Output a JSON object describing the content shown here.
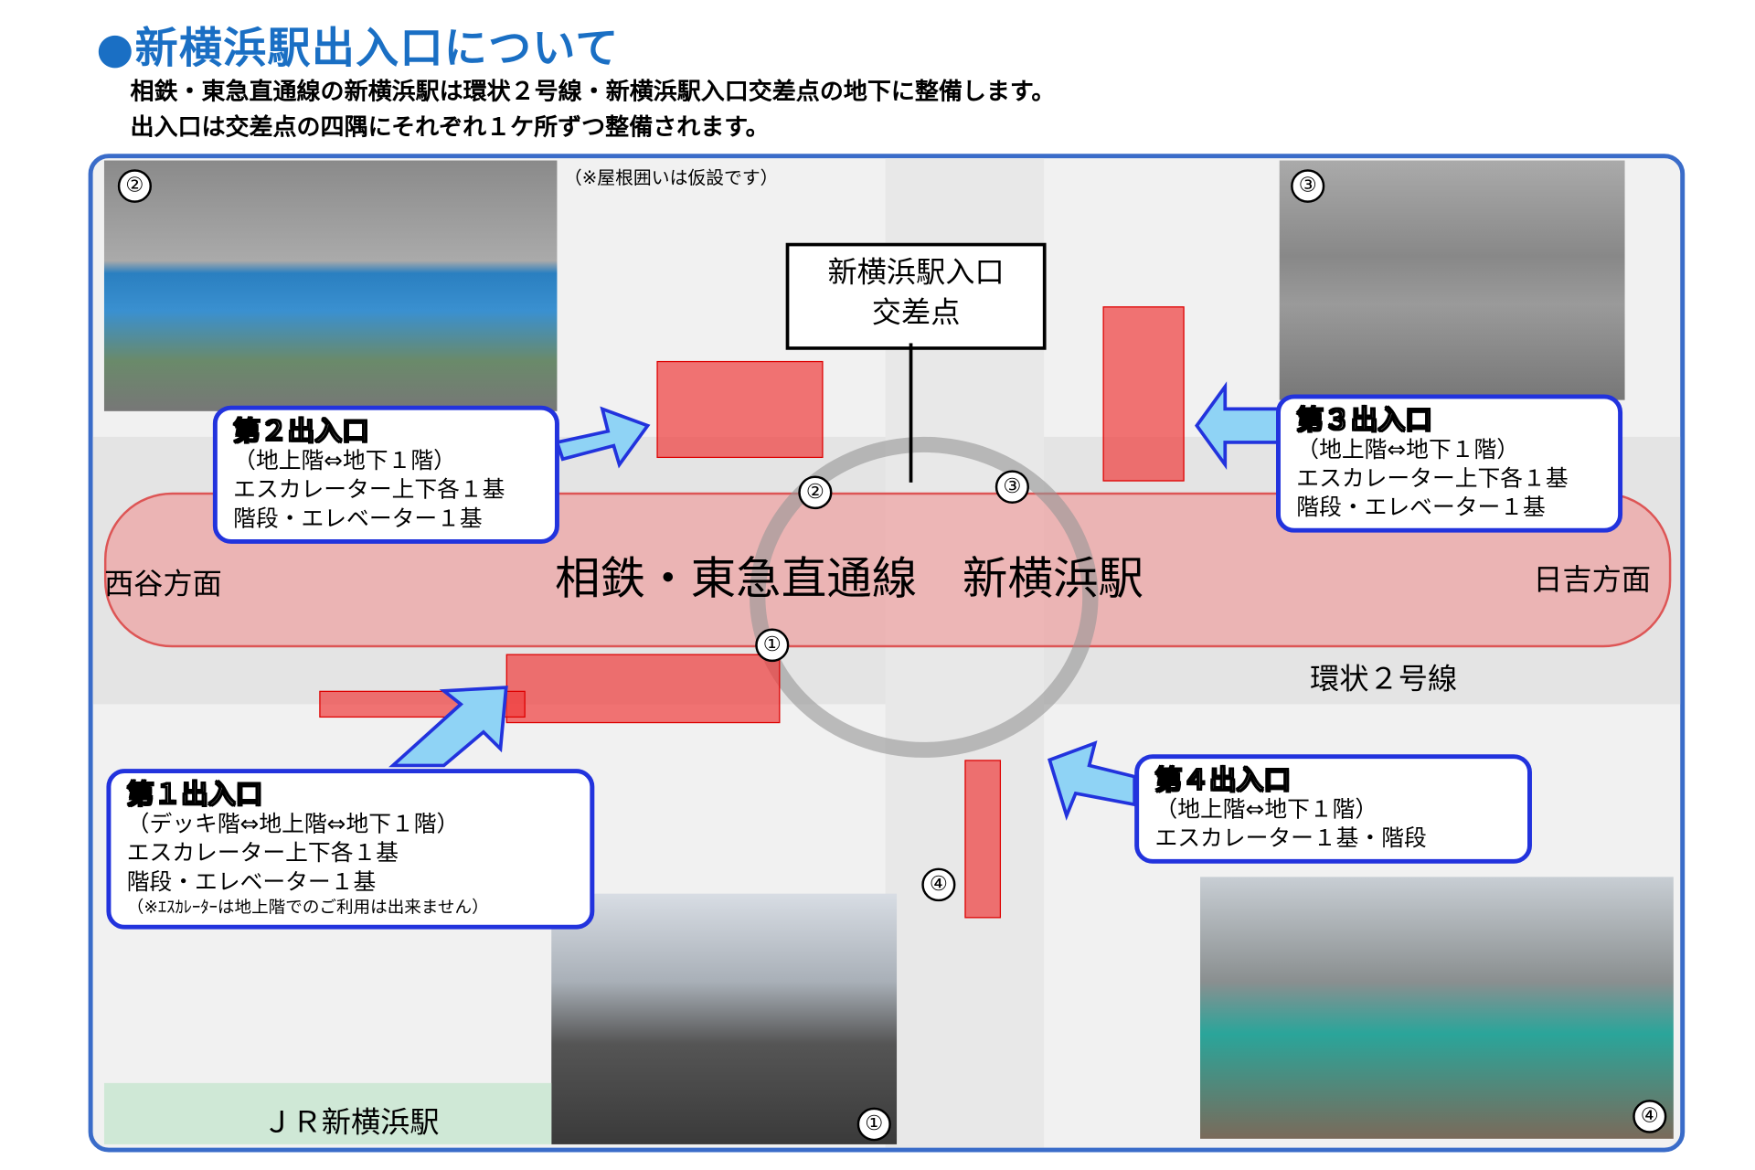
{
  "title": "●新横浜駅出入口について",
  "subtitle_lines": [
    "相鉄・東急直通線の新横浜駅は環状２号線・新横浜駅入口交差点の地下に整備します。",
    "出入口は交差点の四隅にそれぞれ１ケ所ずつ整備されます。"
  ],
  "map": {
    "roof_note": "（※屋根囲いは仮設です）",
    "intersection_label": [
      "新横浜駅入口",
      "交差点"
    ],
    "station_label": "相鉄・東急直通線　新横浜駅",
    "west": "西谷方面",
    "east": "日吉方面",
    "road": "環状２号線",
    "jr": "ＪＲ新横浜駅"
  },
  "markers": [
    "①",
    "②",
    "③",
    "④"
  ],
  "exits": [
    {
      "name": "第１出入口",
      "lines": [
        "（デッキ階⇔地上階⇔地下１階）",
        "エスカレーター上下各１基",
        "階段・エレベーター１基"
      ],
      "note": "（※ｴｽｶﾚｰﾀｰは地上階でのご利用は出来ません）"
    },
    {
      "name": "第２出入口",
      "lines": [
        "（地上階⇔地下１階）",
        "エスカレーター上下各１基",
        "階段・エレベーター１基"
      ]
    },
    {
      "name": "第３出入口",
      "lines": [
        "（地上階⇔地下１階）",
        "エスカレーター上下各１基",
        "階段・エレベーター１基"
      ]
    },
    {
      "name": "第４出入口",
      "lines": [
        "（地上階⇔地下１階）",
        "エスカレーター１基・階段"
      ]
    }
  ],
  "colors": {
    "title": "#1a6fc4",
    "frame": "#3a6cc9",
    "box_border": "#2233dd",
    "station": "#f08080",
    "arrow": "#8fd3f5"
  }
}
